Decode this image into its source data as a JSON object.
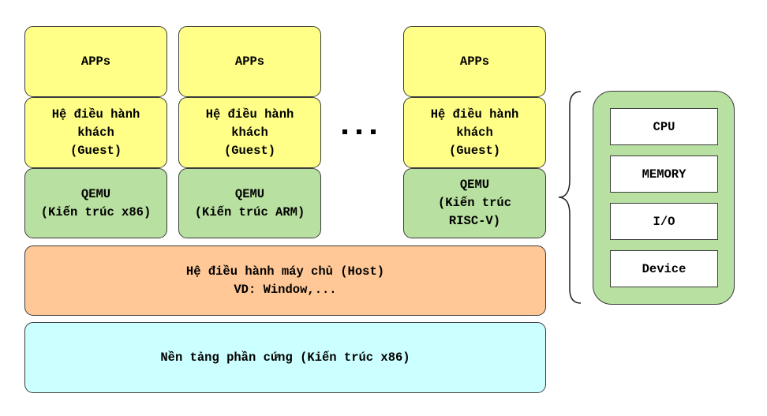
{
  "stacks": [
    {
      "apps": "APPs",
      "guest_os": "Hệ điều hành\nkhách\n(Guest)",
      "qemu": "QEMU\n(Kiến trúc x86)"
    },
    {
      "apps": "APPs",
      "guest_os": "Hệ điều hành\nkhách\n(Guest)",
      "qemu": "QEMU\n(Kiến trúc ARM)"
    },
    {
      "apps": "APPs",
      "guest_os": "Hệ điều hành\nkhách\n(Guest)",
      "qemu": "QEMU\n(Kiến trúc\nRISC-V)"
    }
  ],
  "ellipsis": "...",
  "host": {
    "label": "Hệ điều hành máy chủ (Host)\nVD: Window,..."
  },
  "hardware": {
    "label": "Nền tảng phần cứng (Kiến trúc x86)"
  },
  "components": [
    "CPU",
    "MEMORY",
    "I/O",
    "Device"
  ],
  "colors": {
    "apps_guest": "#ffff88",
    "qemu": "#b8e0a0",
    "host": "#ffc896",
    "hardware": "#ccffff",
    "components_panel": "#b8e0a0"
  }
}
